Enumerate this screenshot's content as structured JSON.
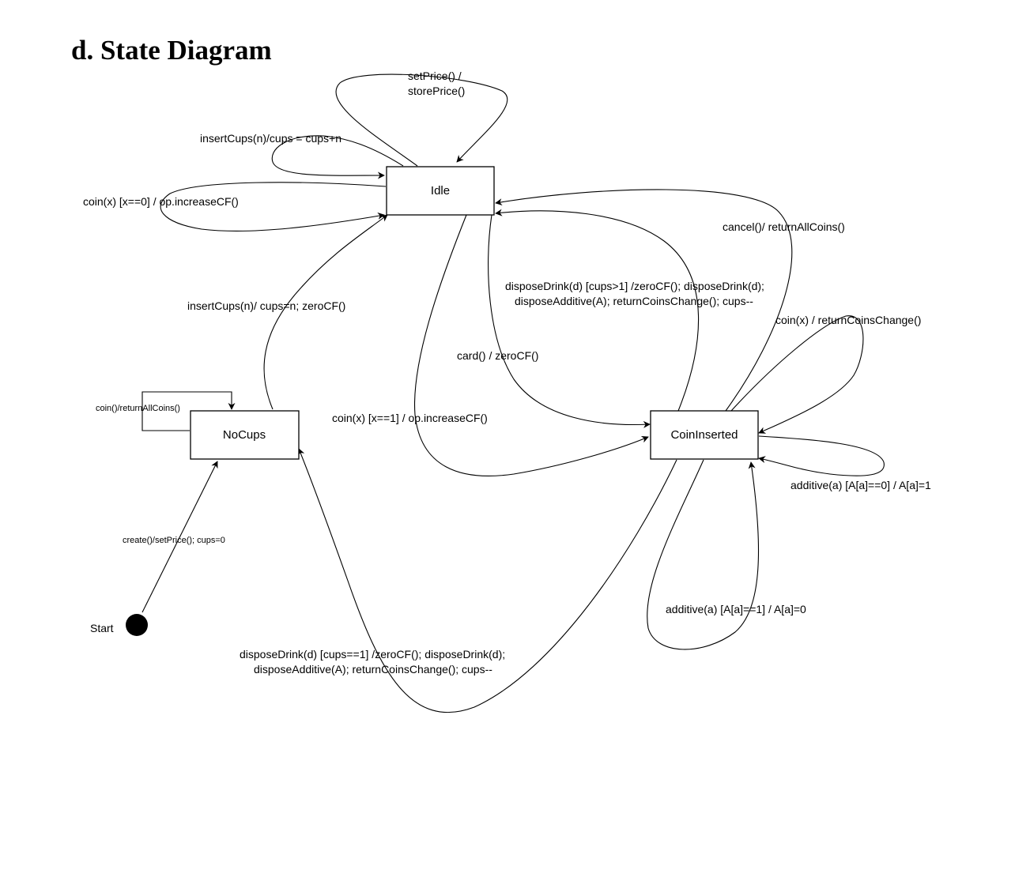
{
  "heading": "d. State Diagram",
  "states": {
    "idle": "Idle",
    "nocups": "NoCups",
    "coininserted": "CoinInserted",
    "start": "Start"
  },
  "transitions": {
    "set_price_l1": "setPrice() /",
    "set_price_l2": "storePrice()",
    "insert_cups_idle": "insertCups(n)/cups = cups+n",
    "coin_zero": "coin(x) [x==0] / op.increaseCF()",
    "insert_cups_nocups": "insertCups(n)/ cups=n; zeroCF()",
    "cancel": "cancel()/ returnAllCoins()",
    "dispose_multi_l1": "disposeDrink(d) [cups>1] /zeroCF(); disposeDrink(d);",
    "dispose_multi_l2": "disposeAdditive(A); returnCoinsChange(); cups--",
    "coin_return_change": "coin(x) / returnCoinsChange()",
    "card": "card() / zeroCF()",
    "coin_nocups": "coin()/returnAllCoins()",
    "coin_one": "coin(x) [x==1] / op.increaseCF()",
    "additive_set": "additive(a) [A[a]==0] / A[a]=1",
    "create": "create()/setPrice(); cups=0",
    "additive_unset": "additive(a) [A[a]==1] / A[a]=0",
    "dispose_last_l1": "disposeDrink(d) [cups==1] /zeroCF(); disposeDrink(d);",
    "dispose_last_l2": "disposeAdditive(A); returnCoinsChange(); cups--"
  }
}
